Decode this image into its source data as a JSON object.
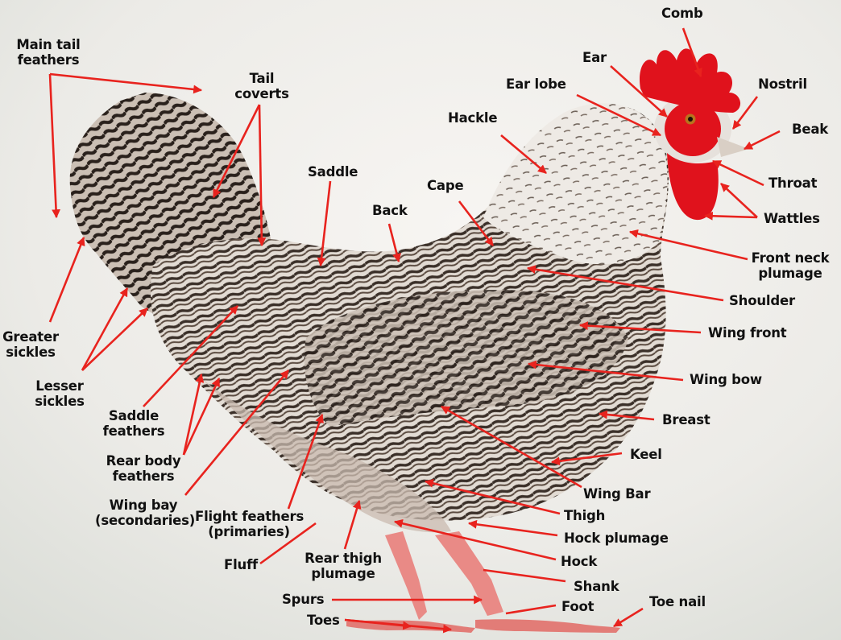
{
  "colors": {
    "arrow": "#e8231e",
    "label_text": "#111111",
    "background_light": "#f3f1ee",
    "comb_red": "#e0121c",
    "leg_pink": "#e98a86",
    "plumage_dark": "#3b3029",
    "plumage_light": "#e7e1da"
  },
  "labels": {
    "main_tail_feathers": [
      "Main tail",
      "feathers"
    ],
    "tail_coverts": [
      "Tail",
      "coverts"
    ],
    "saddle": "Saddle",
    "back": "Back",
    "cape": "Cape",
    "hackle": "Hackle",
    "ear_lobe": "Ear lobe",
    "ear": "Ear",
    "comb": "Comb",
    "nostril": "Nostril",
    "beak": "Beak",
    "throat": "Throat",
    "wattles": "Wattles",
    "front_neck_plumage": [
      "Front neck",
      "plumage"
    ],
    "shoulder": "Shoulder",
    "wing_front": "Wing front",
    "wing_bow": "Wing bow",
    "breast": "Breast",
    "keel": "Keel",
    "wing_bar": "Wing Bar",
    "thigh": "Thigh",
    "hock_plumage": "Hock plumage",
    "hock": "Hock",
    "shank": "Shank",
    "foot": "Foot",
    "toe_nail": "Toe nail",
    "toes": "Toes",
    "spurs": "Spurs",
    "rear_thigh_plumage": [
      "Rear thigh",
      "plumage"
    ],
    "fluff": "Fluff",
    "flight_feathers": [
      "Flight feathers",
      "(primaries)"
    ],
    "wing_bay": [
      "Wing bay",
      "(secondaries)"
    ],
    "rear_body_feathers": [
      "Rear body",
      "feathers"
    ],
    "saddle_feathers": [
      "Saddle",
      "feathers"
    ],
    "lesser_sickles": [
      "Lesser",
      "sickles"
    ],
    "greater_sickles": [
      "Greater",
      "sickles"
    ]
  }
}
